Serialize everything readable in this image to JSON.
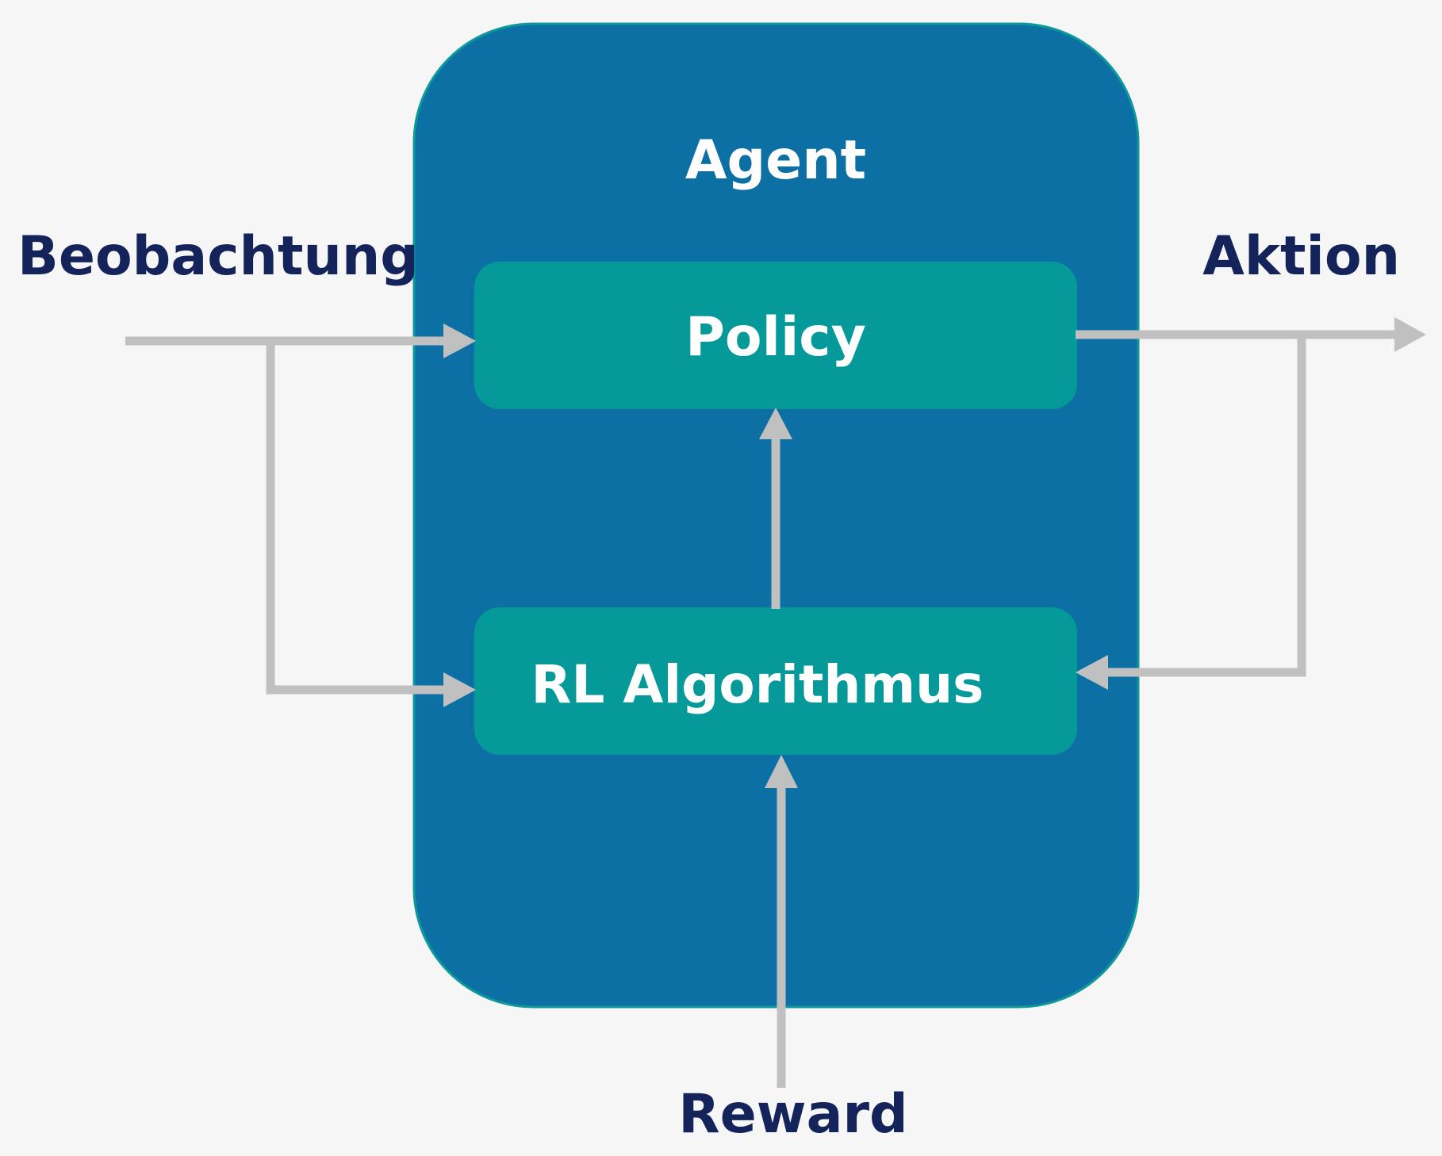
{
  "diagram": {
    "agent_label": "Agent",
    "policy_label": "Policy",
    "rl_label": "RL Algorithmus",
    "input_label": "Beobachtung",
    "output_label": "Aktion",
    "reward_label": "Reward"
  },
  "colors": {
    "background": "#f6f6f6",
    "agent_fill": "#0d70a5",
    "agent_border": "#0f9a9a",
    "module_fill": "#05999a",
    "arrow": "#c0c0c0",
    "outer_text": "#14245a",
    "inner_text": "#ffffff"
  }
}
